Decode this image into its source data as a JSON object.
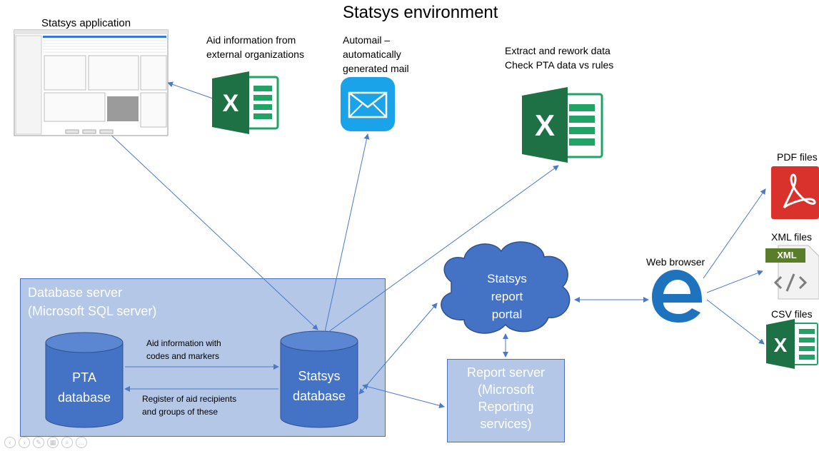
{
  "title": "Statsys environment",
  "labels": {
    "statsys_application": "Statsys application",
    "aid_info_external": [
      "Aid information from",
      "external organizations"
    ],
    "automail": [
      "Automail –",
      "automatically",
      "generated mail"
    ],
    "extract": [
      "Extract and rework data",
      "Check PTA data vs rules"
    ],
    "pdf_files": "PDF files",
    "xml_files": "XML files",
    "csv_files": "CSV files",
    "web_browser": "Web browser",
    "xml_badge": "XML"
  },
  "database_server": {
    "title": [
      "Database server",
      "(Microsoft SQL server)"
    ],
    "pta": [
      "PTA",
      "database"
    ],
    "statsys_db": [
      "Statsys",
      "database"
    ],
    "arrow_to_statsys": [
      "Aid information with",
      "codes and markers"
    ],
    "arrow_to_pta": [
      "Register of aid recipients",
      "and groups of these"
    ]
  },
  "report_portal": [
    "Statsys",
    "report",
    "portal"
  ],
  "report_server": [
    "Report server",
    "(Microsoft",
    "Reporting",
    "services)"
  ],
  "colors": {
    "box_fill": "#b4c7e7",
    "cylinder_fill": "#4472c4",
    "arrow": "#4a7ac8",
    "excel_green": "#1e7145",
    "pdf_red": "#d9312b",
    "mail_blue": "#1aa3e8",
    "edge_blue": "#1e73be"
  },
  "icons": [
    "excel-icon",
    "mail-icon",
    "pdf-icon",
    "xml-file-icon",
    "edge-browser-icon",
    "screenshot-thumbnail"
  ]
}
